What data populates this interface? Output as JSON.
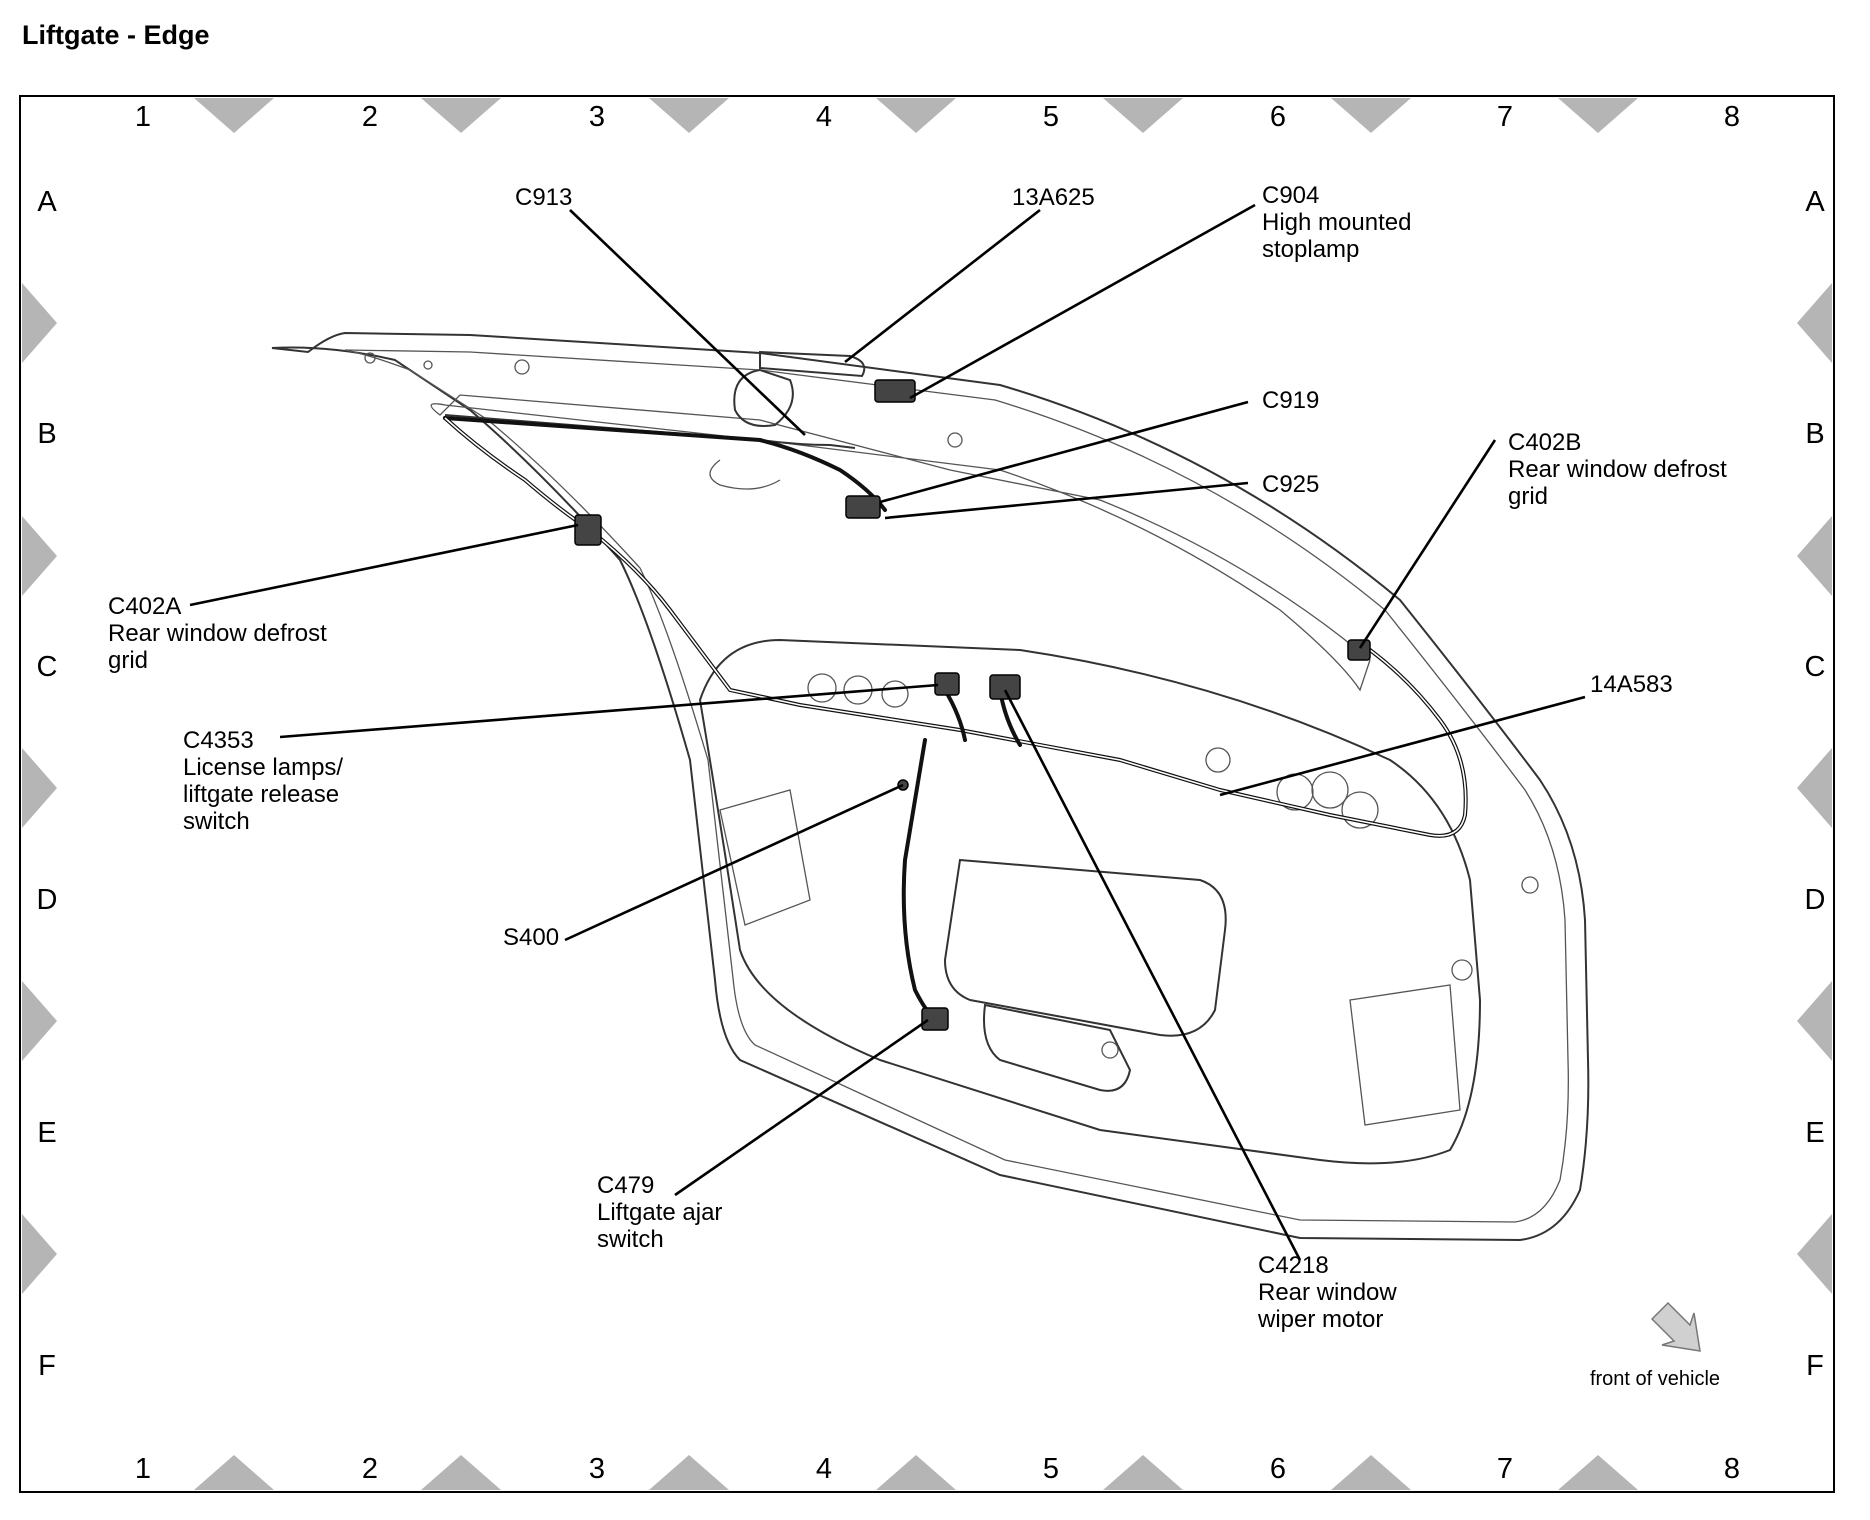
{
  "title": "Liftgate - Edge",
  "grid": {
    "columns": [
      "1",
      "2",
      "3",
      "4",
      "5",
      "6",
      "7",
      "8"
    ],
    "rows": [
      "A",
      "B",
      "C",
      "D",
      "E",
      "F"
    ]
  },
  "labels": {
    "c913": [
      "C913"
    ],
    "a13625": [
      "13A625"
    ],
    "c904": [
      "C904",
      "High mounted",
      "stoplamp"
    ],
    "c919": [
      "C919"
    ],
    "c925": [
      "C925"
    ],
    "c402b": [
      "C402B",
      "Rear window defrost",
      "grid"
    ],
    "c402a": [
      "C402A",
      "Rear window defrost",
      "grid"
    ],
    "c4353": [
      "C4353",
      "License lamps/",
      "liftgate release",
      "switch"
    ],
    "a14583": [
      "14A583"
    ],
    "s400": [
      "S400"
    ],
    "c479": [
      "C479",
      "Liftgate ajar",
      "switch"
    ],
    "c4218": [
      "C4218",
      "Rear window",
      "wiper motor"
    ]
  },
  "orientation": {
    "label": "front of vehicle",
    "icon": "arrow-down-left-icon"
  },
  "colors": {
    "marker": "#b5b5b5",
    "line": "#000000"
  }
}
